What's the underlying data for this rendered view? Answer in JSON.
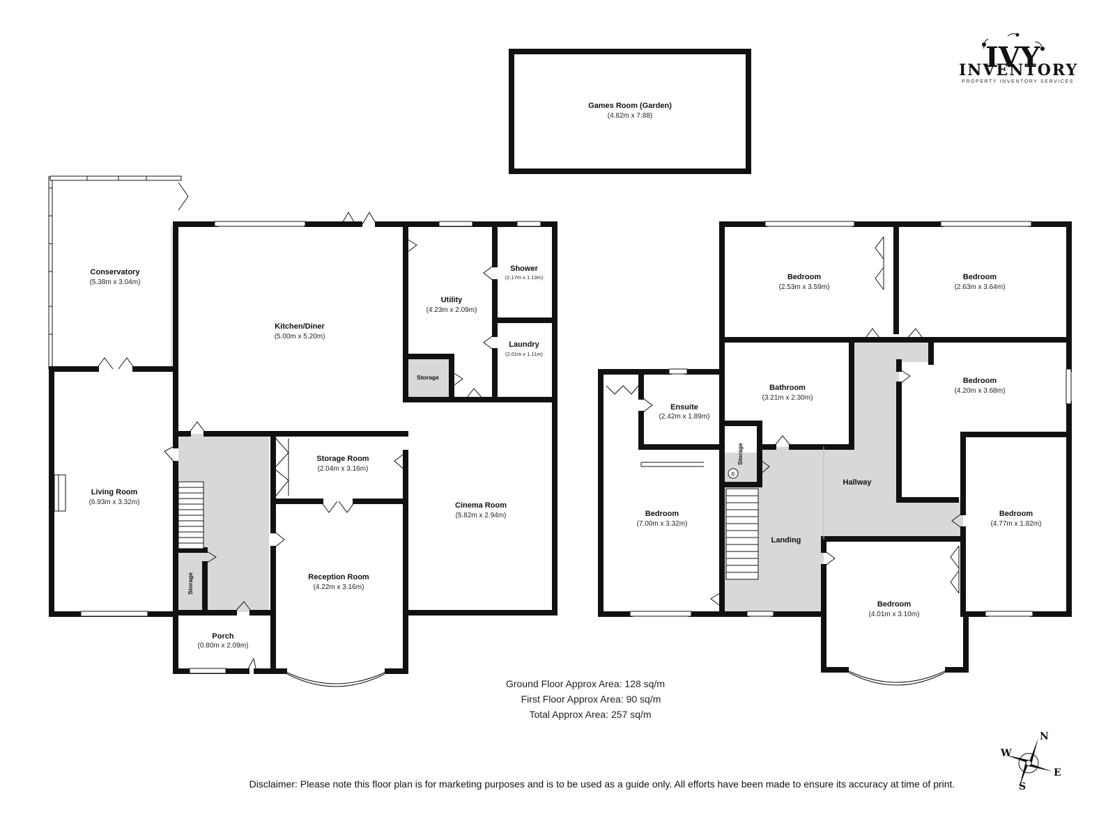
{
  "logo": {
    "brand": "IVY",
    "name": "INVENTORY",
    "tagline": "PROPERTY INVENTORY SERVICES"
  },
  "outbuilding": {
    "games_room": {
      "name": "Games Room (Garden)",
      "dims": "(4.82m x 7.88)"
    }
  },
  "ground_floor": {
    "conservatory": {
      "name": "Conservatory",
      "dims": "(5.38m x 3.04m)"
    },
    "kitchen": {
      "name": "Kitchen/Diner",
      "dims": "(5.00m x 5.20m)"
    },
    "utility": {
      "name": "Utility",
      "dims": "(4.23m x 2.09m)"
    },
    "shower": {
      "name": "Shower",
      "dims": "(2.17m x 1.13m)"
    },
    "laundry": {
      "name": "Laundry",
      "dims": "(2.01m x 1.11m)"
    },
    "storage_small": {
      "name": "Storage"
    },
    "living": {
      "name": "Living Room",
      "dims": "(6.93m x 3.32m)"
    },
    "storage_room": {
      "name": "Storage Room",
      "dims": "(2.04m x 3.16m)"
    },
    "cinema": {
      "name": "Cinema Room",
      "dims": "(5.82m x 2.94m)"
    },
    "reception": {
      "name": "Reception Room",
      "dims": "(4.22m x 3.16m)"
    },
    "stair_storage": {
      "name": "Storage"
    },
    "porch": {
      "name": "Porch",
      "dims": "(0.80m x 2.09m)"
    }
  },
  "first_floor": {
    "bedroom_1": {
      "name": "Bedroom",
      "dims": "(2.53m x 3.59m)"
    },
    "bedroom_2": {
      "name": "Bedroom",
      "dims": "(2.63m x 3.64m)"
    },
    "ensuite": {
      "name": "Ensuite",
      "dims": "(2.42m x 1.89m)"
    },
    "bathroom": {
      "name": "Bathroom",
      "dims": "(3.21m x 2.30m)"
    },
    "bedroom_3": {
      "name": "Bedroom",
      "dims": "(4.20m x 3.68m)"
    },
    "storage": {
      "name": "Storage",
      "marker": "B"
    },
    "hallway": {
      "name": "Hallway"
    },
    "bedroom_master": {
      "name": "Bedroom",
      "dims": "(7.00m x 3.32m)"
    },
    "landing": {
      "name": "Landing"
    },
    "bedroom_4": {
      "name": "Bedroom",
      "dims": "(4.77m x 1.82m)"
    },
    "bedroom_5": {
      "name": "Bedroom",
      "dims": "(4.01m x 3.10m)"
    }
  },
  "areas": {
    "ground": "Ground Floor Approx Area: 128 sq/m",
    "first": "First Floor Approx Area: 90 sq/m",
    "total": "Total Approx Area: 257 sq/m"
  },
  "compass": {
    "n": "N",
    "e": "E",
    "s": "S",
    "w": "W"
  },
  "disclaimer": "Disclaimer: Please note this floor plan is for marketing purposes and is to be used as a guide only. All efforts have been made to ensure its accuracy at time of print."
}
